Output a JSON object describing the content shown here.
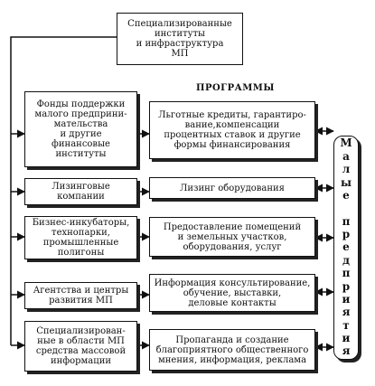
{
  "top": "Специализированные\nинституты\nи инфраструктура\nМП",
  "programs_title": "ПРОГРАММЫ",
  "rows": [
    {
      "left": "Фонды поддержки\nмалого предприни-\nмательства\nи другие\nфинансовые\nинституты",
      "right": "Льготные кредиты, гарантиро-\nвание,компенсации\nпроцентных ставок и другие\nформы финансирования"
    },
    {
      "left": "Лизинговые\nкомпании",
      "right": "Лизинг оборудования"
    },
    {
      "left": "Бизнес-инкубаторы,\nтехнопарки,\nпромышленные\nполигоны",
      "right": "Предоставление помещений\nи земельных участков,\nоборудования, услуг"
    },
    {
      "left": "Агентства и центры\nразвития МП",
      "right": "Информация консультирование,\nобучение, выставки,\nделовые контакты"
    },
    {
      "left": "Специализирован-\nные в области МП\nсредства массовой\nинформации",
      "right": "Пропаганда и создание\nблагоприятного общественного\nмнения, информация, реклама"
    }
  ],
  "vertical_word": [
    "М",
    "а",
    "л",
    "ы",
    "е",
    "",
    "п",
    "р",
    "е",
    "д",
    "п",
    "р",
    "и",
    "я",
    "т",
    "и",
    "я"
  ]
}
